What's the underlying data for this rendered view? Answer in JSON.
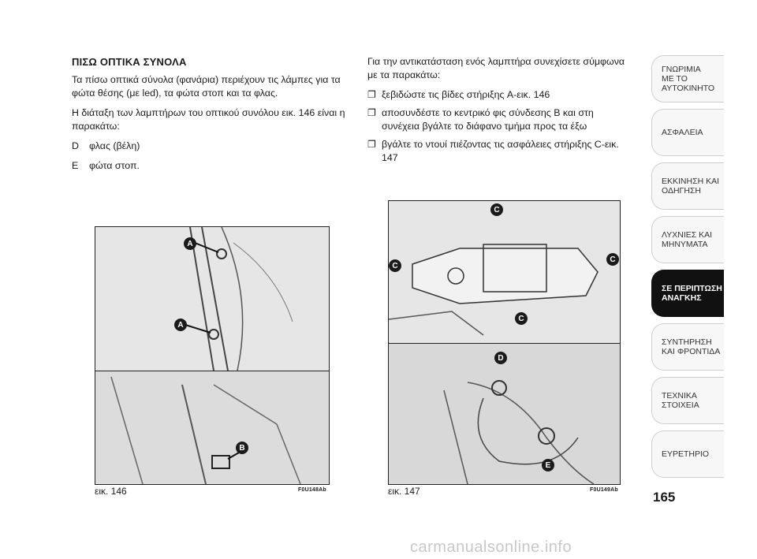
{
  "left_column": {
    "heading": "ΠΙΣΩ ΟΠΤΙΚΑ ΣΥΝΟΛΑ",
    "intro": "Τα πίσω οπτικά σύνολα (φανάρια) περιέχουν τις λάμπες για τα φώτα θέσης (με led), τα φώτα στοπ και τα φλας.",
    "layout_text": "Η διάταξη των λαμπτήρων του οπτικού συνόλου εικ. 146 είναι η παρακάτω:",
    "items": [
      {
        "key": "D",
        "text": "φλας (βέλη)"
      },
      {
        "key": "E",
        "text": "φώτα στοπ."
      }
    ]
  },
  "right_column": {
    "intro": "Για την αντικατάσταση ενός λαμπτήρα συνεχίσετε σύμφωνα με τα παρακάτω:",
    "bullet_symbol": "❐",
    "bullets": [
      "ξεβιδώστε τις βίδες στήριξης A-εικ. 146",
      "αποσυνδέστε το κεντρικό φις σύνδεσης B και στη συνέχεια βγάλτε το διάφανο τμήμα προς τα έξω",
      "βγάλτε το ντουί πιέζοντας τις ασφάλειες στήριξης C-εικ. 147"
    ]
  },
  "figure146": {
    "label": "εικ. 146",
    "code": "F0U148Ab",
    "callouts": [
      "A",
      "A",
      "B"
    ]
  },
  "figure147": {
    "label": "εικ. 147",
    "code": "F0U149Ab",
    "callouts": [
      "C",
      "C",
      "C",
      "C",
      "D",
      "E"
    ]
  },
  "sidebar": {
    "tabs": [
      "ΓΝΩΡΙΜΙΑ\nΜΕ ΤΟ\nΑΥΤΟΚΙΝΗΤΟ",
      "ΑΣΦΑΛΕΙΑ",
      "ΕΚΚΙΝΗΣΗ ΚΑΙ\nΟΔΗΓΗΣΗ",
      "ΛΥΧΝΙΕΣ ΚΑΙ\nΜΗΝΥΜΑΤΑ",
      "ΣΕ ΠΕΡΙΠΤΩΣΗ\nΑΝΑΓΚΗΣ",
      "ΣΥΝΤΗΡΗΣΗ\nΚΑΙ ΦΡΟΝΤΙΔΑ",
      "ΤΕΧΝΙΚΑ\nΣΤΟΙΧΕΙΑ",
      "ΕΥΡΕΤΗΡΙΟ"
    ],
    "active_index": 4
  },
  "page_number": "165",
  "watermark": "carmanualsonline.info"
}
